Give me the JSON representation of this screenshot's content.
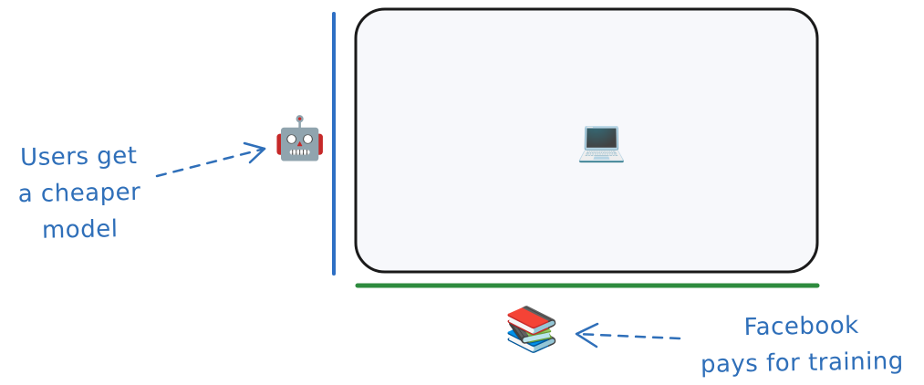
{
  "icons": {
    "robot": "robot-icon",
    "laptop": "laptop-icon",
    "books": "books-icon"
  },
  "glyphs": {
    "robot": "🤖",
    "laptop": "💻",
    "books": "📚"
  },
  "annotations": {
    "left": {
      "lines": [
        "Users get",
        "a cheaper",
        "model"
      ]
    },
    "bottom": {
      "lines": [
        "Facebook",
        "pays for training"
      ]
    }
  },
  "colors": {
    "annotation_text": "#2f6fb9",
    "vertical_axis": "#2e6fc4",
    "horizontal_axis": "#2e8b3e",
    "box_fill": "#f7f8fb",
    "box_stroke": "#1a1a1a"
  }
}
